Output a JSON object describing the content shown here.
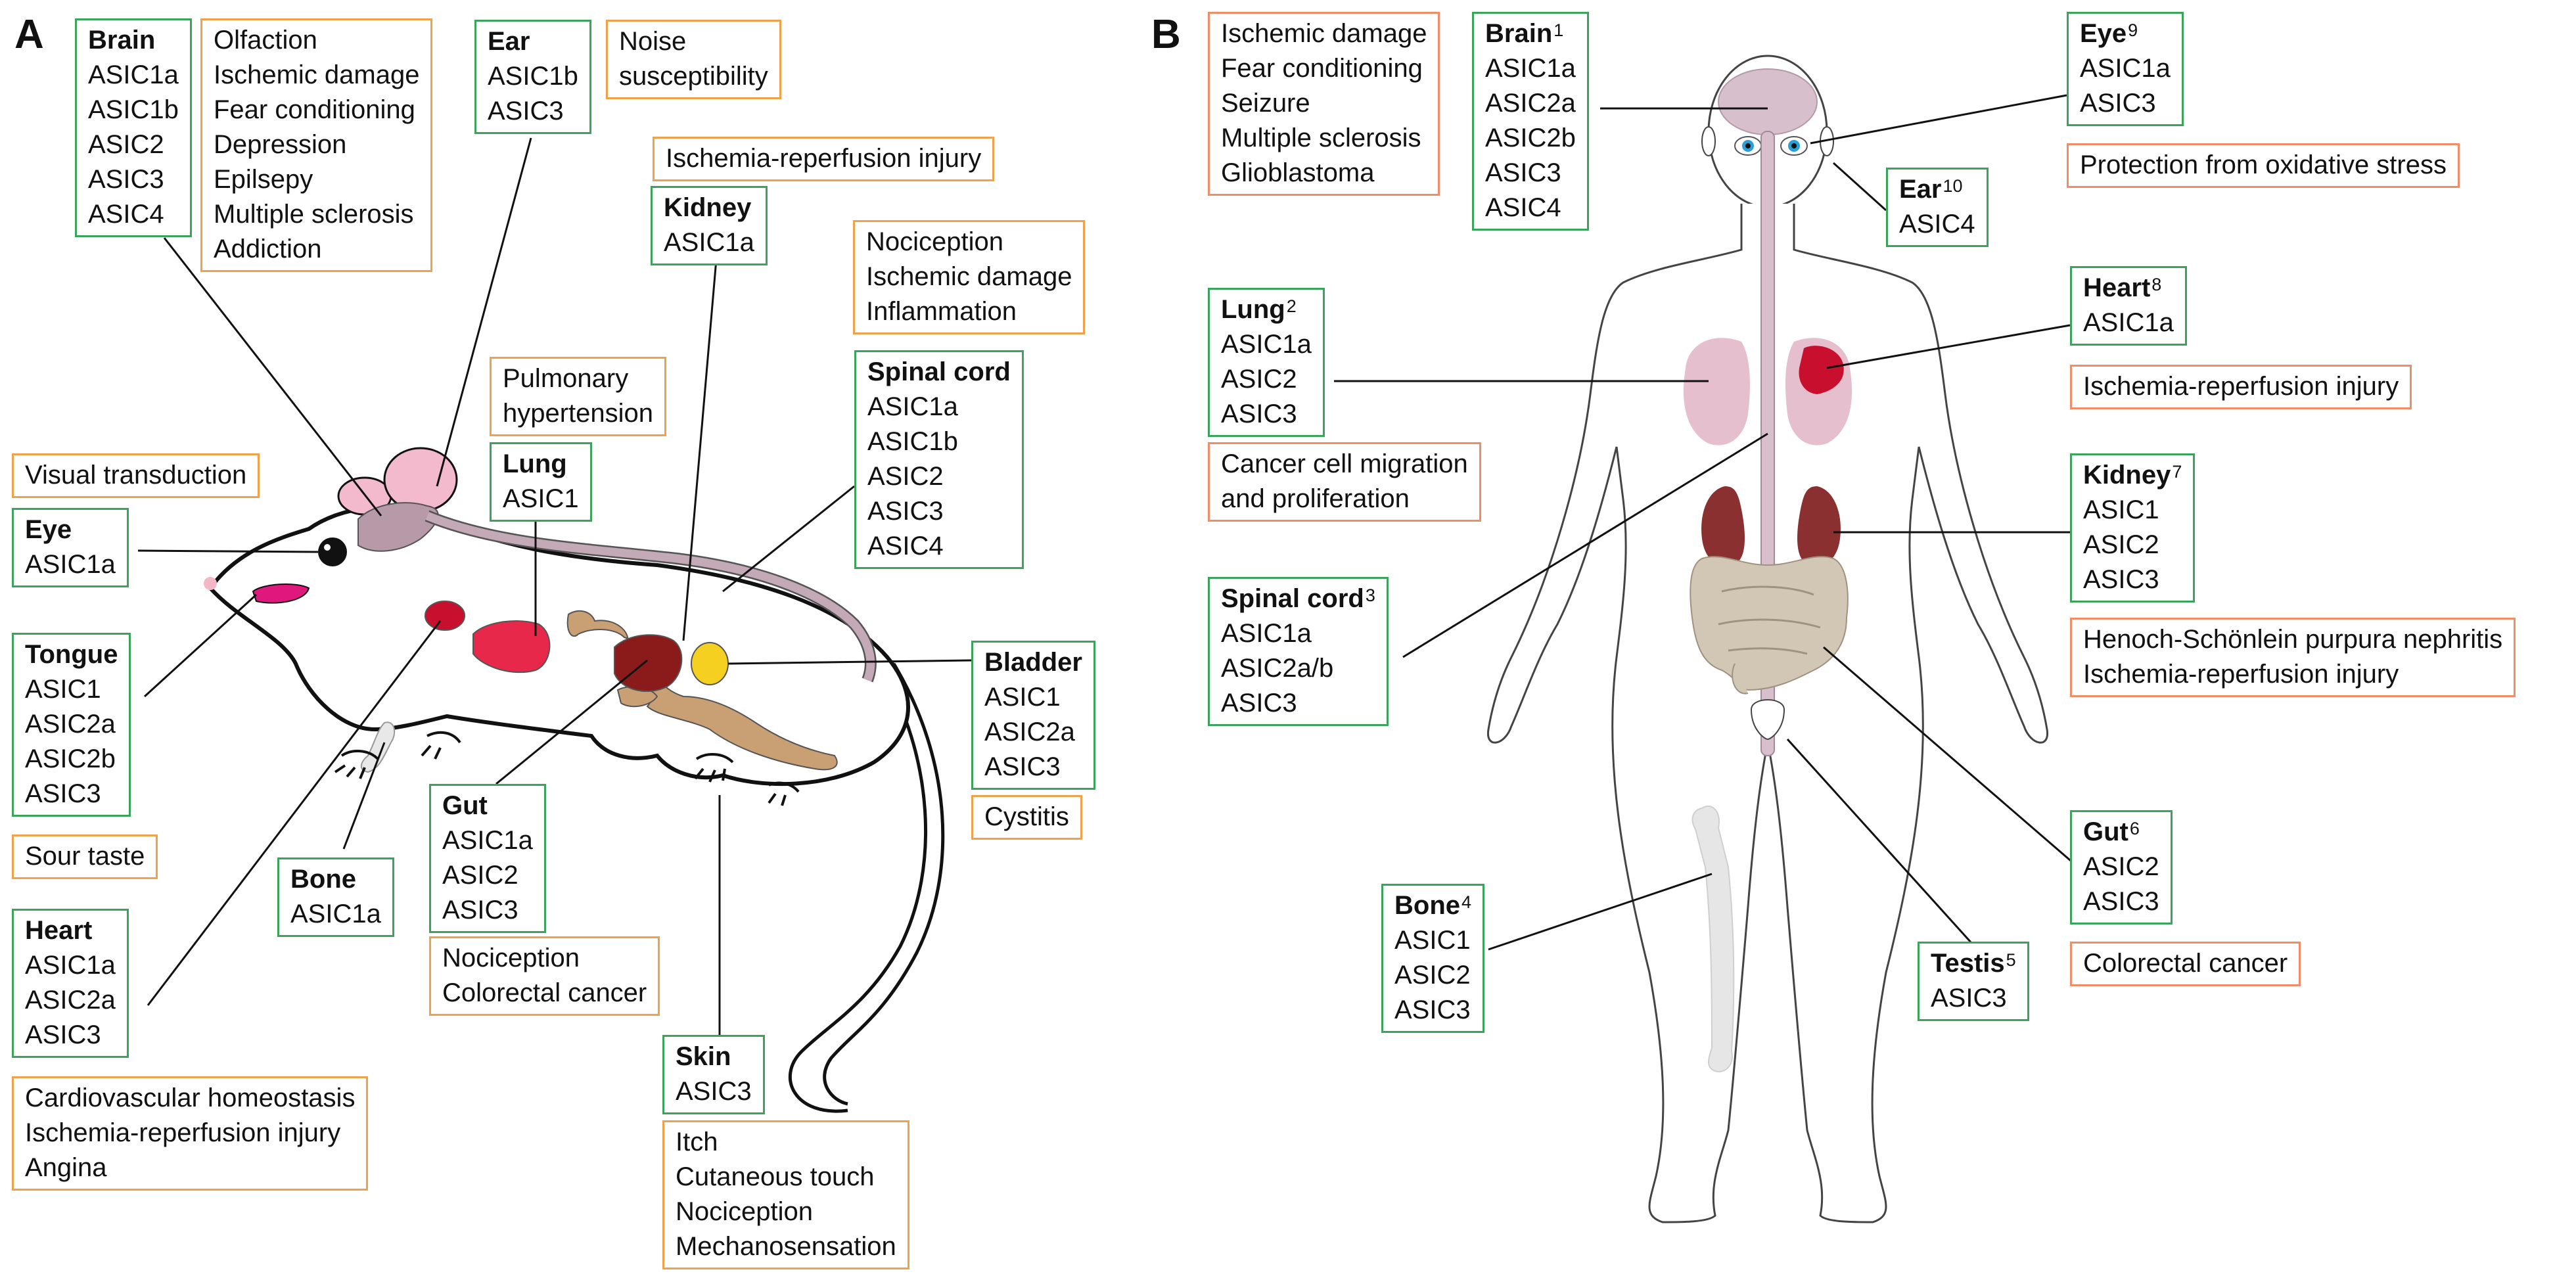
{
  "panels": {
    "a": "A",
    "b": "B"
  },
  "colors": {
    "receptor_box_border": "#3aa55a",
    "function_box_border_a": "#f0a24a",
    "function_box_border_b": "#ef8d68",
    "leader_line": "#111111",
    "body_outline": "#444444"
  },
  "mouse": {
    "brain": {
      "title": "Brain",
      "items": [
        "ASIC1a",
        "ASIC1b",
        "ASIC2",
        "ASIC3",
        "ASIC4"
      ]
    },
    "brain_fn": [
      "Olfaction",
      "Ischemic damage",
      "Fear conditioning",
      "Depression",
      "Epilsepy",
      "Multiple sclerosis",
      "Addiction"
    ],
    "ear": {
      "title": "Ear",
      "items": [
        "ASIC1b",
        "ASIC3"
      ]
    },
    "ear_fn": [
      "Noise",
      "susceptibility"
    ],
    "kidney_fn": [
      "Ischemia-reperfusion injury"
    ],
    "kidney": {
      "title": "Kidney",
      "items": [
        "ASIC1a"
      ]
    },
    "spinal_fn": [
      "Nociception",
      "Ischemic damage",
      "Inflammation"
    ],
    "lung_fn": [
      "Pulmonary",
      "hypertension"
    ],
    "lung": {
      "title": "Lung",
      "items": [
        "ASIC1"
      ]
    },
    "spinal": {
      "title": "Spinal cord",
      "items": [
        "ASIC1a",
        "ASIC1b",
        "ASIC2",
        "ASIC3",
        "ASIC4"
      ]
    },
    "eye_fn": [
      "Visual transduction"
    ],
    "eye": {
      "title": "Eye",
      "items": [
        "ASIC1a"
      ]
    },
    "tongue": {
      "title": "Tongue",
      "items": [
        "ASIC1",
        "ASIC2a",
        "ASIC2b",
        "ASIC3"
      ]
    },
    "tongue_fn": [
      "Sour taste"
    ],
    "bladder": {
      "title": "Bladder",
      "items": [
        "ASIC1",
        "ASIC2a",
        "ASIC3"
      ]
    },
    "bladder_fn": [
      "Cystitis"
    ],
    "bone": {
      "title": "Bone",
      "items": [
        "ASIC1a"
      ]
    },
    "gut": {
      "title": "Gut",
      "items": [
        "ASIC1a",
        "ASIC2",
        "ASIC3"
      ]
    },
    "gut_fn": [
      "Nociception",
      "Colorectal cancer"
    ],
    "heart": {
      "title": "Heart",
      "items": [
        "ASIC1a",
        "ASIC2a",
        "ASIC3"
      ]
    },
    "heart_fn": [
      "Cardiovascular homeostasis",
      "Ischemia-reperfusion injury",
      "Angina"
    ],
    "skin": {
      "title": "Skin",
      "items": [
        "ASIC3"
      ]
    },
    "skin_fn": [
      "Itch",
      "Cutaneous touch",
      "Nociception",
      "Mechanosensation"
    ]
  },
  "human": {
    "brain_fn": [
      "Ischemic damage",
      "Fear conditioning",
      "Seizure",
      "Multiple sclerosis",
      "Glioblastoma"
    ],
    "brain": {
      "title": "Brain",
      "sup": "1",
      "items": [
        "ASIC1a",
        "ASIC2a",
        "ASIC2b",
        "ASIC3",
        "ASIC4"
      ]
    },
    "eye": {
      "title": "Eye",
      "sup": "9",
      "items": [
        "ASIC1a",
        "ASIC3"
      ]
    },
    "eye_fn": [
      "Protection from oxidative stress"
    ],
    "ear": {
      "title": "Ear",
      "sup": "10",
      "items": [
        "ASIC4"
      ]
    },
    "lung": {
      "title": "Lung",
      "sup": "2",
      "items": [
        "ASIC1a",
        "ASIC2",
        "ASIC3"
      ]
    },
    "lung_fn": [
      "Cancer cell migration",
      "and proliferation"
    ],
    "heart": {
      "title": "Heart",
      "sup": "8",
      "items": [
        "ASIC1a"
      ]
    },
    "heart_fn": [
      "Ischemia-reperfusion injury"
    ],
    "kidney": {
      "title": "Kidney",
      "sup": "7",
      "items": [
        "ASIC1",
        "ASIC2",
        "ASIC3"
      ]
    },
    "kidney_fn": [
      "Henoch-Schönlein purpura nephritis",
      "Ischemia-reperfusion injury"
    ],
    "spinal": {
      "title": "Spinal cord",
      "sup": "3",
      "items": [
        "ASIC1a",
        "ASIC2a/b",
        "ASIC3"
      ]
    },
    "gut": {
      "title": "Gut",
      "sup": "6",
      "items": [
        "ASIC2",
        "ASIC3"
      ]
    },
    "gut_fn": [
      "Colorectal cancer"
    ],
    "bone": {
      "title": "Bone",
      "sup": "4",
      "items": [
        "ASIC1",
        "ASIC2",
        "ASIC3"
      ]
    },
    "testis": {
      "title": "Testis",
      "sup": "5",
      "items": [
        "ASIC3"
      ]
    }
  }
}
